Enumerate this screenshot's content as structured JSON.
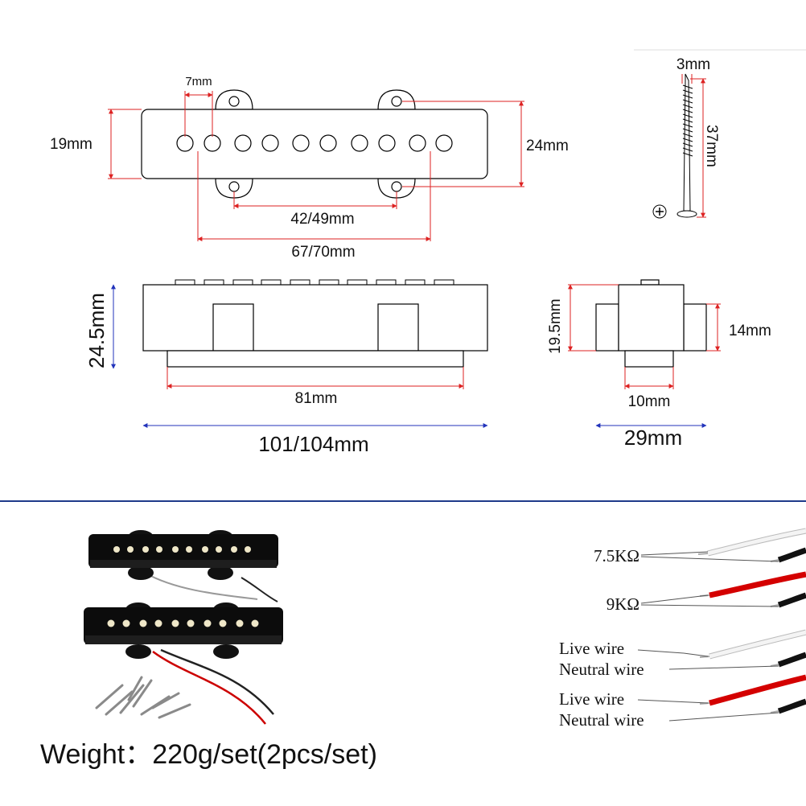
{
  "top_view": {
    "pole_spacing": "7mm",
    "height": "19mm",
    "ear_span": "24mm",
    "inner_holes": "42/49mm",
    "outer_holes": "67/70mm"
  },
  "screw": {
    "diameter": "3mm",
    "length": "37mm"
  },
  "side_view": {
    "height": "24.5mm",
    "base": "81mm",
    "total_length": "101/104mm"
  },
  "end_view": {
    "height": "19.5mm",
    "ear_height": "14mm",
    "foot": "10mm",
    "width": "29mm"
  },
  "wires": {
    "res1": "7.5KΩ",
    "res2": "9KΩ",
    "live1": "Live wire",
    "neutral1": "Neutral wire",
    "live2": "Live wire",
    "neutral2": "Neutral wire"
  },
  "weight": "Weight：220g/set(2pcs/set)",
  "colors": {
    "dim_red": "#dd2222",
    "dim_blue": "#2233bb",
    "divider": "#1f3a8a"
  }
}
